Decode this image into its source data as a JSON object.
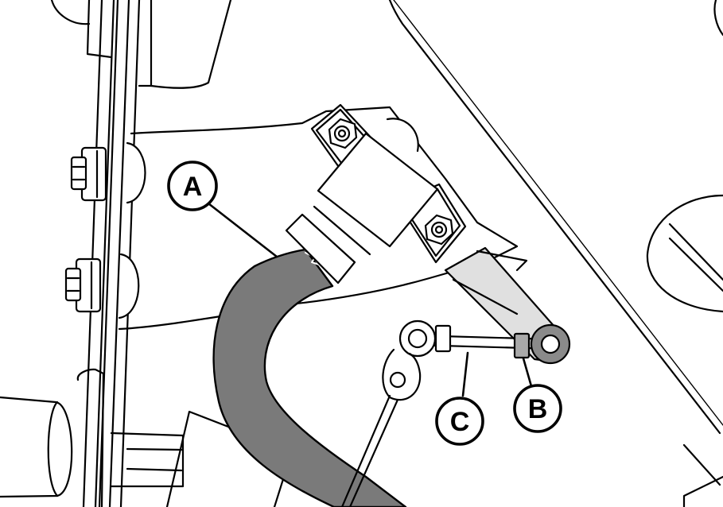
{
  "callouts": {
    "a": {
      "label": "A"
    },
    "b": {
      "label": "B"
    },
    "c": {
      "label": "C"
    }
  },
  "colors": {
    "line": "#000000",
    "paper": "#ffffff",
    "hose": "#7a7a7a",
    "arm": "#e0e0e0",
    "sleeve": "#a9a9a9",
    "bushing": "#8a8a8a"
  }
}
